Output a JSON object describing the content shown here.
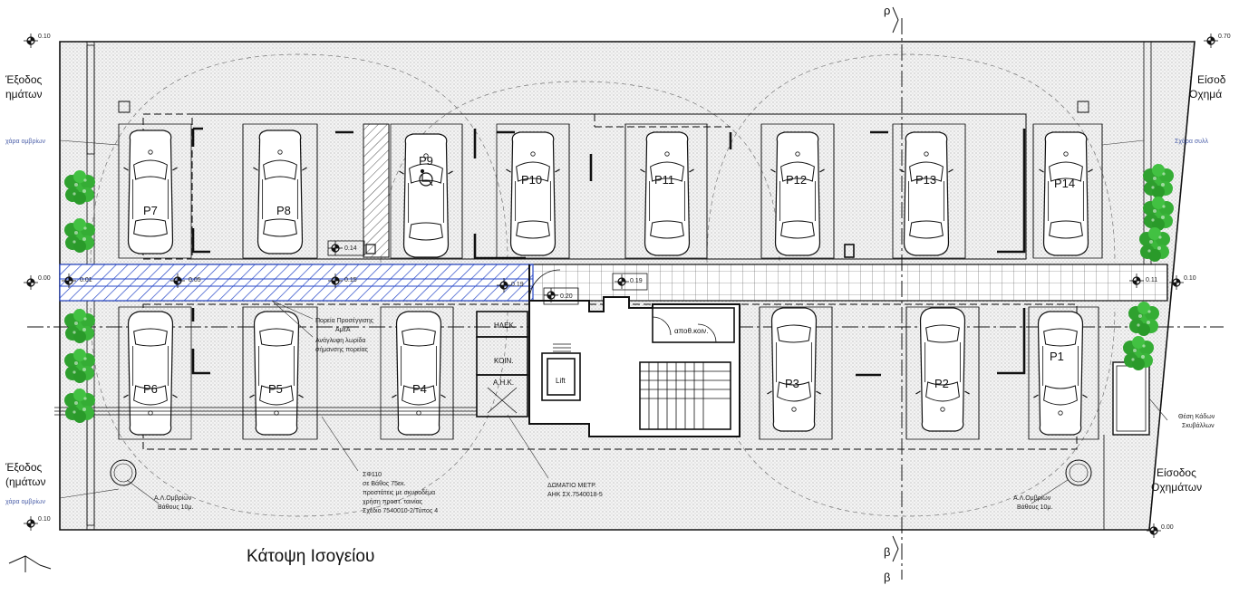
{
  "title": "Κάτοψη Ισογείου",
  "section_marks": {
    "top": "ρ",
    "bottom_1": "β",
    "bottom_2": "β"
  },
  "levels": [
    "0.10",
    "0.70",
    "0.00",
    "0.10",
    "0.10",
    "0.00",
    "0.01",
    "0.05",
    "0.15",
    "0.14",
    "0.19",
    "0.19",
    "0.20",
    "0.11"
  ],
  "parking": [
    "P1",
    "P2",
    "P3",
    "P4",
    "P5",
    "P6",
    "P7",
    "P8",
    "P9",
    "P10",
    "P11",
    "P12",
    "P13",
    "P14"
  ],
  "rooms": {
    "electrical": "ΗΛΕΚ.",
    "common": "ΚΟΙΝ.",
    "ahk": "Α.Η.Κ.",
    "lift": "Lift",
    "storage": "αποθ.κοιν."
  },
  "notes": {
    "exit_left_top_1": "Έξοδος",
    "exit_left_top_2": "ημάτων",
    "exit_left_bot_1": "Έξοδος",
    "exit_left_bot_2": "(ημάτων",
    "entry_right_top_1": "Είσοδ",
    "entry_right_top_2": "Οχημά",
    "entry_right_bot_1": "Είσοδος",
    "entry_right_bot_2": "Οχημάτων",
    "storm_left_top": "χάρα ομβρίων",
    "storm_left_bot": "χάρα ομβρίων",
    "storm_right_top": "Σχάρα συλλ",
    "bins_1": "Θέση Κάδων",
    "bins_2": "Σκυβάλλων",
    "access_path_1": "Πορεία Προσέγγισης",
    "access_path_2": "ΑμεΑ",
    "tactile_1": "Ανάγλυφη λωρίδα",
    "tactile_2": "σήμανσης πορείας",
    "pipe_1": "ΣΦ110",
    "pipe_2": "σε Βάθος 75εκ.",
    "pipe_3": "προστάτεις με σκυροδέμα",
    "pipe_4": "χρήση προστ. ταινίας",
    "pipe_5": "Σχέδιο 7540010-2/Τύπος 4",
    "meter_1": "ΔΩΜΑΤΙΟ ΜΕΤΡ.",
    "meter_2": "ΑΗΚ ΣΧ.7540018-5",
    "soak_left_1": "Α.Λ.Ομβρίων",
    "soak_left_2": "Βάθους 10μ.",
    "soak_right_1": "Α.Λ.Ομβρίων",
    "soak_right_2": "Βάθους 10μ."
  },
  "colors": {
    "line": "#111111",
    "tactile": "#2848c8",
    "tree": "#2faa2f",
    "fill_dot": "#f2f2f2"
  }
}
